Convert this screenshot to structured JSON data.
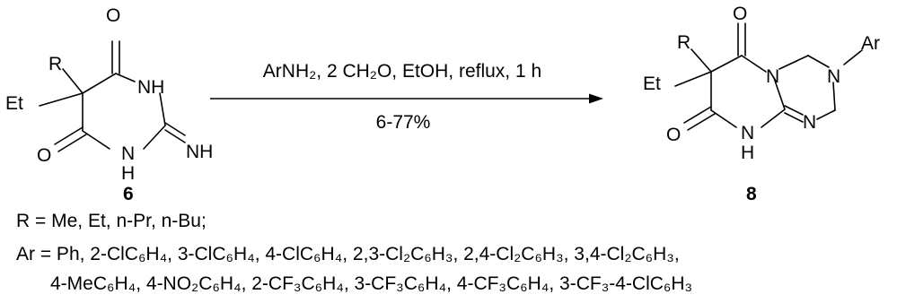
{
  "compound_6": {
    "label": "6",
    "substituent_r": "R",
    "substituent_et": "Et",
    "atom_o_top": "O",
    "atom_o_left": "O",
    "atom_nh_upper": "NH",
    "atom_nh_imine": "NH",
    "atom_n_bottom": "N",
    "atom_h_bottom": "H"
  },
  "reaction": {
    "conditions": "ArNH₂, 2 CH₂O, EtOH, reflux, 1 h",
    "yield": "6-77%"
  },
  "compound_8": {
    "label": "8",
    "substituent_r": "R",
    "substituent_et": "Et",
    "substituent_ar": "Ar",
    "atom_o_top": "O",
    "atom_o_left": "O",
    "atom_n_bridge": "N",
    "atom_n_ar": "N",
    "atom_n_imine": "N",
    "atom_n_bottom": "N",
    "atom_h_bottom": "H"
  },
  "legend": {
    "r_line": "R = Me, Et, n-Pr, n-Bu;",
    "ar_line_1": "Ar = Ph, 2-ClC₆H₄, 3-ClC₆H₄, 4-ClC₆H₄, 2,3-Cl₂C₆H₃, 2,4-Cl₂C₆H₃, 3,4-Cl₂C₆H₃,",
    "ar_line_2": "4-MeC₆H₄, 4-NO₂C₆H₄, 2-CF₃C₆H₄, 3-CF₃C₆H₄, 4-CF₃C₆H₄, 3-CF₃-4-ClC₆H₃"
  }
}
